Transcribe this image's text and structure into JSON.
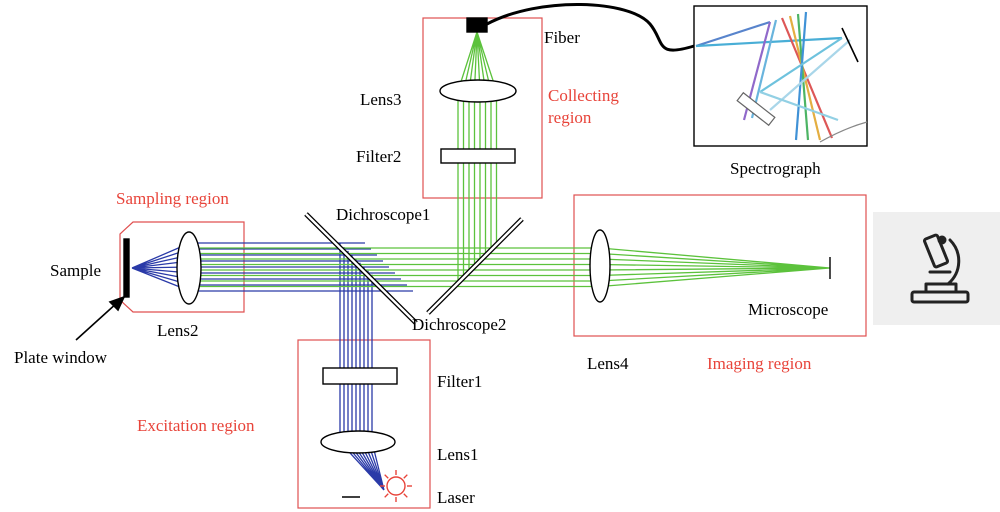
{
  "colors": {
    "region_box": "#e05050",
    "region_label": "#e8443a",
    "excitation_beam": "#2a3aa8",
    "emission_beam": "#5cc23c",
    "optics": "#000000",
    "icon_panel": "#efefef",
    "laser": "#e8443a"
  },
  "labels": {
    "fiber": "Fiber",
    "lens3": "Lens3",
    "filter2": "Filter2",
    "spectrograph": "Spectrograph",
    "dichroscope1": "Dichroscope1",
    "dichroscope2": "Dichroscope2",
    "sample": "Sample",
    "lens2": "Lens2",
    "plate_window": "Plate window",
    "filter1": "Filter1",
    "lens1": "Lens1",
    "laser": "Laser",
    "lens4": "Lens4",
    "microscope": "Microscope"
  },
  "regions": {
    "collecting": [
      "Collecting",
      "region"
    ],
    "sampling": "Sampling region",
    "excitation": "Excitation region",
    "imaging": "Imaging region"
  },
  "icons": {
    "microscope": "microscope-icon",
    "laser": "sun-icon"
  }
}
